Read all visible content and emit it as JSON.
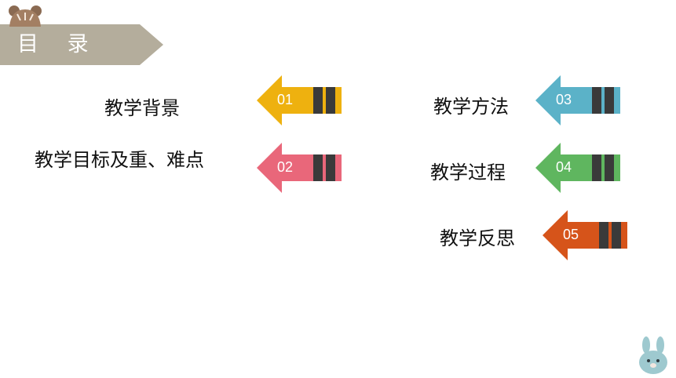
{
  "header": {
    "title": "目 录"
  },
  "items": [
    {
      "number": "01",
      "label": "教学背景",
      "color": "#eeb10f"
    },
    {
      "number": "02",
      "label": "教学目标及重、难点",
      "color": "#e9677a"
    },
    {
      "number": "03",
      "label": "教学方法",
      "color": "#5bb2c8"
    },
    {
      "number": "04",
      "label": "教学过程",
      "color": "#5fb65f"
    },
    {
      "number": "05",
      "label": "教学反思",
      "color": "#d6541a"
    }
  ],
  "colors": {
    "banner": "#b4ad9c",
    "band": "#3a3a3a"
  },
  "icons": [
    "bear-icon",
    "bunny-icon"
  ]
}
